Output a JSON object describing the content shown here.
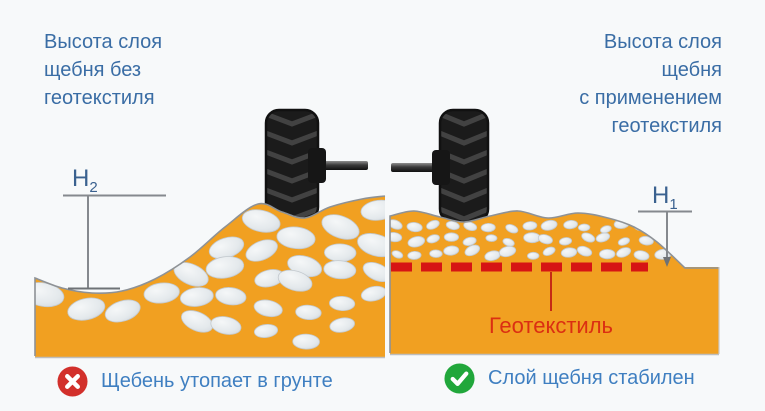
{
  "colors": {
    "background": "#f7f9fa",
    "heading_blue": "#3a6da5",
    "status_blue": "#3f7fc1",
    "ground_orange": "#f1a021",
    "stone_gray": "#e7ebee",
    "geotextile_red": "#d61414",
    "geotextile_label_red": "#db2f12",
    "error_red": "#d2302b",
    "success_green": "#21a73b",
    "measure_gray": "#85898e",
    "tire_black": "#1b1b1b"
  },
  "left": {
    "heading": "Высота слоя\nщебня без\nгеотекстиля",
    "measure": {
      "symbol": "H",
      "sub": "2"
    },
    "status": {
      "icon": "cross-circle",
      "label": "Щебень утопает в грунте"
    }
  },
  "right": {
    "heading": "Высота слоя\nщебня\nс применением\nгеотекстиля",
    "measure": {
      "symbol": "H",
      "sub": "1"
    },
    "geotextile_label": "Геотекстиль",
    "status": {
      "icon": "check-circle",
      "label": "Слой щебня стабилен"
    }
  }
}
